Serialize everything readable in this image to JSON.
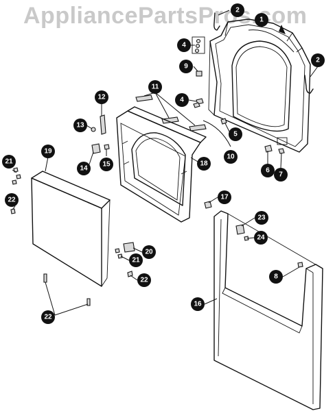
{
  "watermark": "AppliancePartsPros.com",
  "callouts": [
    {
      "id": "c2a",
      "label": "2"
    },
    {
      "id": "c1",
      "label": "1"
    },
    {
      "id": "c4a",
      "label": "4"
    },
    {
      "id": "c2b",
      "label": "2"
    },
    {
      "id": "c9",
      "label": "9"
    },
    {
      "id": "c11",
      "label": "11"
    },
    {
      "id": "c4b",
      "label": "4"
    },
    {
      "id": "c12",
      "label": "12"
    },
    {
      "id": "c13",
      "label": "13"
    },
    {
      "id": "c5",
      "label": "5"
    },
    {
      "id": "c19",
      "label": "19"
    },
    {
      "id": "c14",
      "label": "14"
    },
    {
      "id": "c15",
      "label": "15"
    },
    {
      "id": "c18",
      "label": "18"
    },
    {
      "id": "c10",
      "label": "10"
    },
    {
      "id": "c6",
      "label": "6"
    },
    {
      "id": "c7",
      "label": "7"
    },
    {
      "id": "c21a",
      "label": "21"
    },
    {
      "id": "c22a",
      "label": "22"
    },
    {
      "id": "c17",
      "label": "17"
    },
    {
      "id": "c23",
      "label": "23"
    },
    {
      "id": "c24",
      "label": "24"
    },
    {
      "id": "c20",
      "label": "20"
    },
    {
      "id": "c21b",
      "label": "21"
    },
    {
      "id": "c22b",
      "label": "22"
    },
    {
      "id": "c8",
      "label": "8"
    },
    {
      "id": "c16",
      "label": "16"
    },
    {
      "id": "c22c",
      "label": "22"
    }
  ]
}
